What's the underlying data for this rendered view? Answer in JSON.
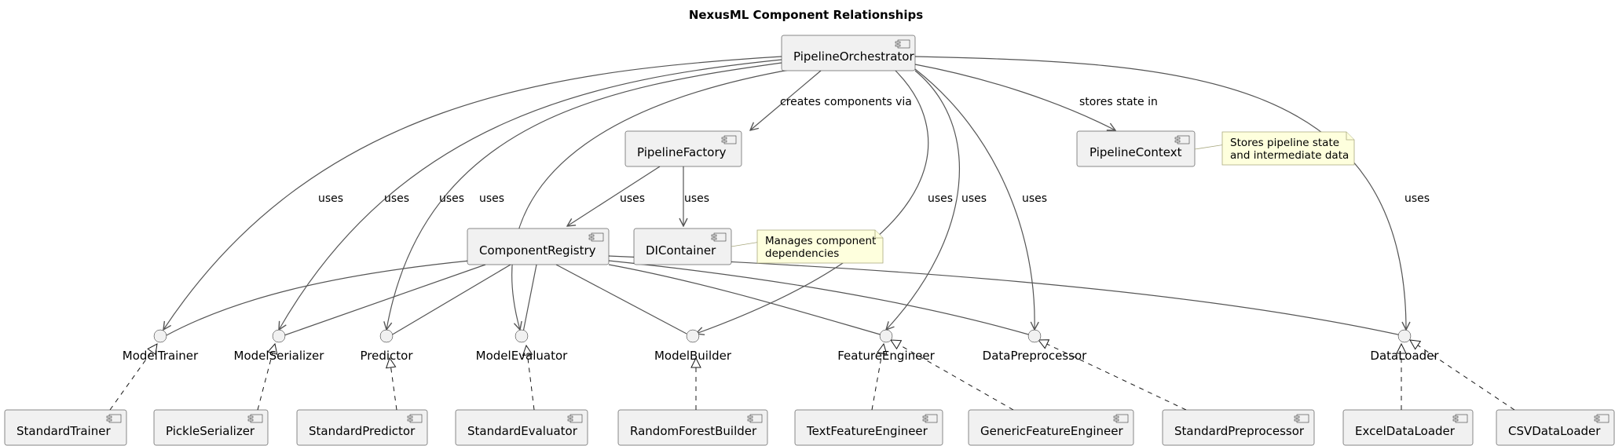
{
  "title": "NexusML Component Relationships",
  "components": {
    "orchestrator": "PipelineOrchestrator",
    "factory": "PipelineFactory",
    "context": "PipelineContext",
    "registry": "ComponentRegistry",
    "di_container": "DIContainer",
    "standard_trainer": "StandardTrainer",
    "pickle_serializer": "PickleSerializer",
    "standard_predictor": "StandardPredictor",
    "standard_evaluator": "StandardEvaluator",
    "random_forest_builder": "RandomForestBuilder",
    "text_feature_engineer": "TextFeatureEngineer",
    "generic_feature_engineer": "GenericFeatureEngineer",
    "standard_preprocessor": "StandardPreprocessor",
    "excel_data_loader": "ExcelDataLoader",
    "csv_data_loader": "CSVDataLoader"
  },
  "interfaces": {
    "model_trainer": "ModelTrainer",
    "model_serializer": "ModelSerializer",
    "predictor": "Predictor",
    "model_evaluator": "ModelEvaluator",
    "model_builder": "ModelBuilder",
    "feature_engineer": "FeatureEngineer",
    "data_preprocessor": "DataPreprocessor",
    "data_loader": "DataLoader"
  },
  "edge_labels": {
    "creates": "creates components via",
    "stores": "stores state in",
    "uses": "uses"
  },
  "notes": {
    "context_note": [
      "Stores pipeline state",
      "and intermediate data"
    ],
    "di_note": [
      "Manages component",
      "dependencies"
    ]
  }
}
